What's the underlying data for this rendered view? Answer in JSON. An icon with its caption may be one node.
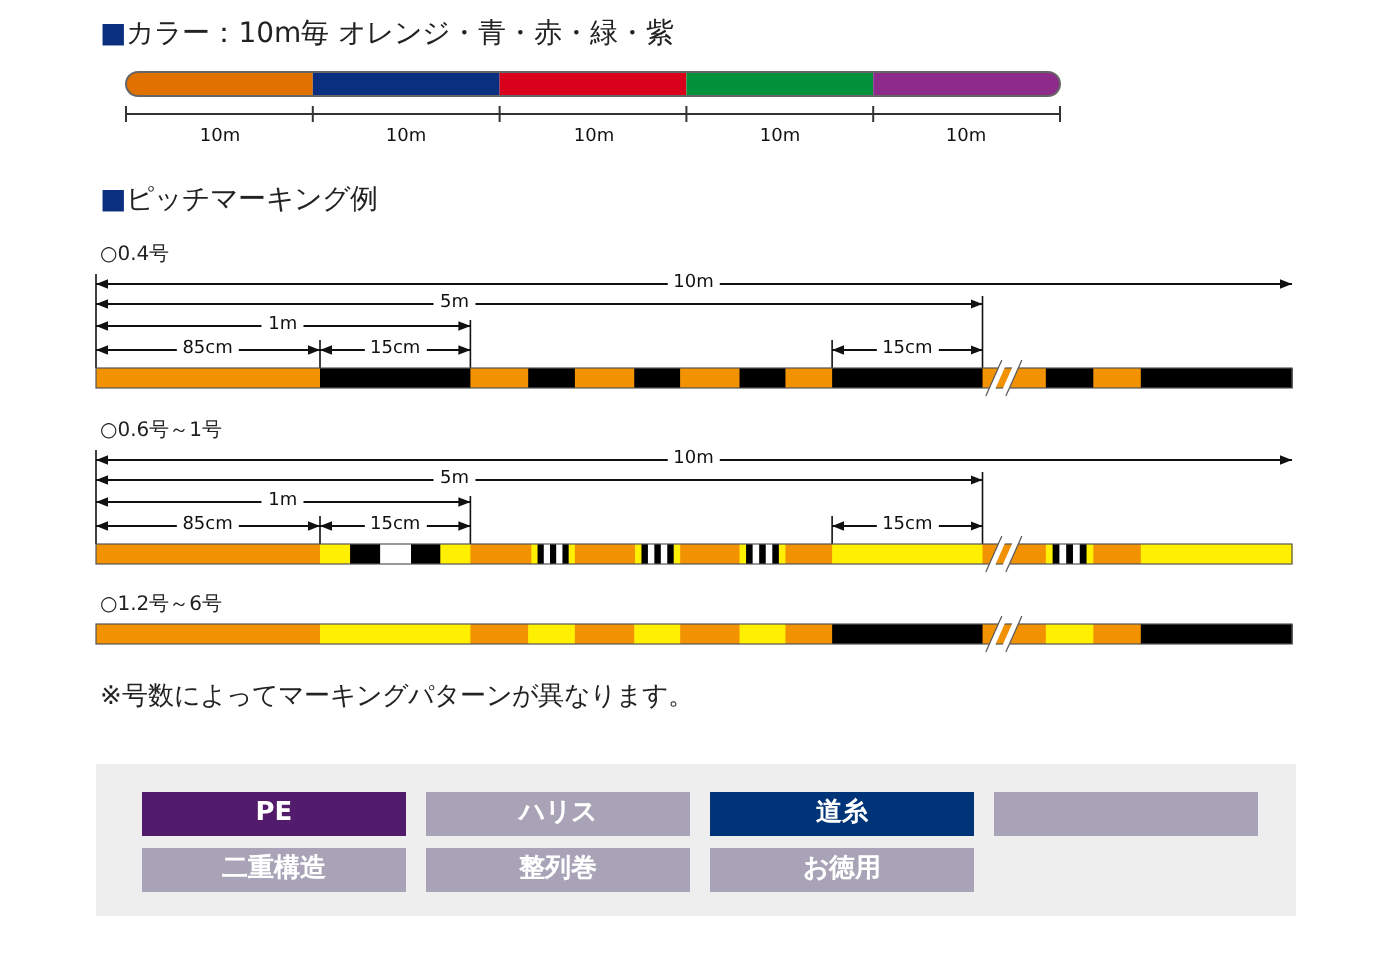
{
  "diagram": {
    "nodes": [
      {
        "text": [
          "PE"
        ]
      },
      {
        "text": [
          "ハリス"
        ]
      },
      {
        "text": [
          "道糸"
        ]
      },
      {
        "text": [],
        "shape": "box"
      },
      {
        "text": [
          "二重構造"
        ]
      },
      {
        "text": [
          "整列巻"
        ]
      },
      {
        "text": [
          "お徳用"
        ]
      }
    ],
    "labels": [
      "■カラー：10m毎 オレンジ・青・赤・緑・紫",
      "10m",
      "10m",
      "10m",
      "10m",
      "10m",
      "■ピッチマーキング例",
      "○0.4号",
      "10m",
      "5m",
      "1m",
      "85cm",
      "15cm",
      "15cm",
      "○0.6号～1号",
      "10m",
      "5m",
      "1m",
      "85cm",
      "15cm",
      "15cm",
      "○1.2号～6号",
      "※号数によってマーキングパターンが異なります。"
    ]
  }
}
